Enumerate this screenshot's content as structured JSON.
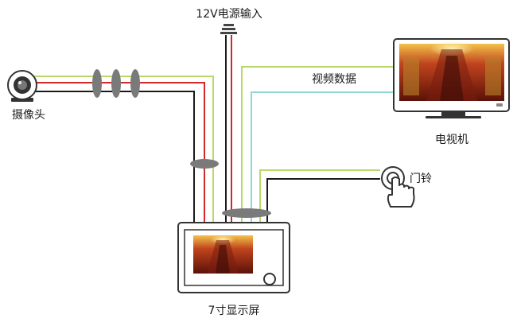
{
  "labels": {
    "power": "12V电源输入",
    "camera": "摄像头",
    "video": "视频数据",
    "tv": "电视机",
    "doorbell": "门铃",
    "monitor": "7寸显示屏"
  },
  "colors": {
    "black_wire": "#1a1a1a",
    "red_wire": "#d4282c",
    "green_wire": "#b8d96a",
    "cyan_wire": "#8fd8d2",
    "cable_tie": "#7a7a7a"
  }
}
